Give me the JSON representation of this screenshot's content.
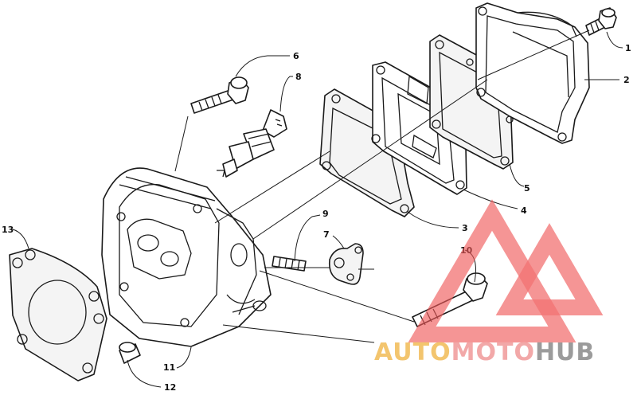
{
  "diagram": {
    "callouts": [
      {
        "id": "1",
        "label": "1"
      },
      {
        "id": "2",
        "label": "2"
      },
      {
        "id": "3",
        "label": "3"
      },
      {
        "id": "4",
        "label": "4"
      },
      {
        "id": "5",
        "label": "5"
      },
      {
        "id": "6",
        "label": "6"
      },
      {
        "id": "7",
        "label": "7"
      },
      {
        "id": "8",
        "label": "8"
      },
      {
        "id": "9",
        "label": "9"
      },
      {
        "id": "10",
        "label": "10"
      },
      {
        "id": "11",
        "label": "11"
      },
      {
        "id": "12",
        "label": "12"
      },
      {
        "id": "13",
        "label": "13"
      }
    ]
  },
  "watermark": {
    "part1": "AUTO",
    "part2": "MOTO",
    "part3": "HUB",
    "colors": {
      "auto": "#f2bb55",
      "moto": "#f09a9a",
      "hub": "#8a8a8a",
      "triangle": "#f05a5a"
    }
  }
}
